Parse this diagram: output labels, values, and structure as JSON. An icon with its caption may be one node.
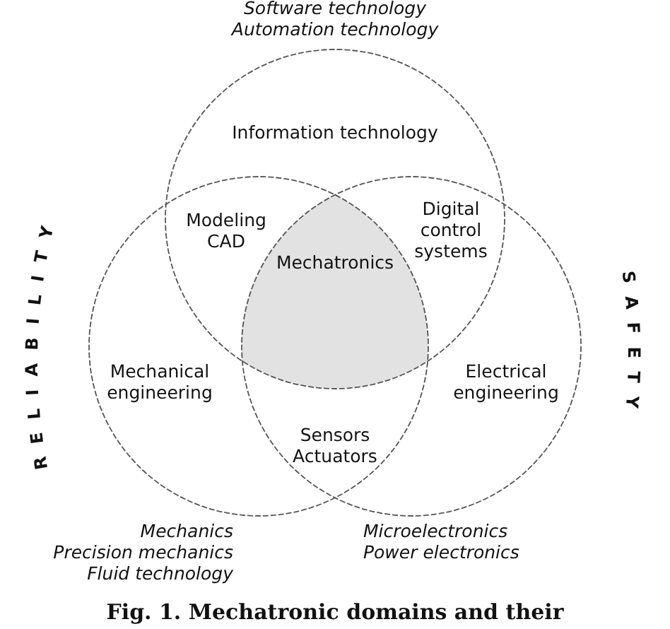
{
  "diagram": {
    "caption": "Fig. 1. Mechatronic domains and their",
    "nodes": [
      {
        "text": [
          "Information technology"
        ],
        "beside": [
          "Software technology",
          "Automation technology"
        ]
      },
      {
        "text": [
          "Mechanical engineering"
        ],
        "beside": [
          "Mechanics",
          "Precision mechanics",
          "Fluid technology"
        ]
      },
      {
        "text": [
          "Electrical engineering"
        ],
        "beside": [
          "Microelectronics",
          "Power electronics"
        ]
      },
      {
        "text": [
          "Mechatronics"
        ]
      }
    ],
    "labels": [
      "Modeling CAD",
      "Digital control systems",
      "Sensors Actuators",
      "RELIABILITY",
      "SAFETY"
    ]
  }
}
